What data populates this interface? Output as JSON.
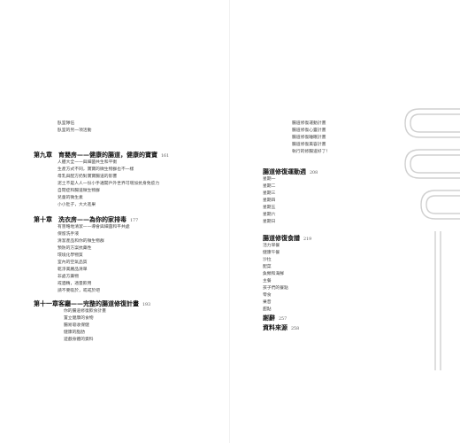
{
  "left_page": {
    "intro_items": [
      "臥室隊伍",
      "臥室的另一項活動"
    ],
    "chapters": [
      {
        "number": "第九章",
        "title": "育嬰房——健康的腸道，健康的寶寶",
        "page": "161",
        "items": [
          "人體大全——與細菌共生和平衡",
          "生產方式不同，寶寶的微生物群也不一樣",
          "母乳與配方奶對寶寶腸道的影響",
          "泥土不是人人一份小手邁開戶外世界可增加抗身免疫力",
          "自閉症和腸道微生物群",
          "兒童的微生素",
          "小小肚子，大大進果"
        ]
      },
      {
        "number": "第十章",
        "title": "洗衣房——為你的家排毒",
        "page": "177",
        "items": [
          "有害略地清潔——導會與細菌和平共處",
          "保留洗手液",
          "清潔產品和你的微生物群",
          "預防的方案抗藥性",
          "環境化學物質",
          "室內的空氣品質",
          "乾淨美麗品清單",
          "非處方藥物",
          "戒酒精，適量飲用",
          "請不要吸於，或戒於吧"
        ]
      },
      {
        "number": "第十一章",
        "title": "客廳——完整的腸道修復計畫",
        "page": "193",
        "items": [
          "你的腸道修復飲食計畫",
          "置立健康的食物",
          "腸易吸收保健",
          "健康的脂肪",
          "遊戲身體的資料"
        ]
      }
    ]
  },
  "right_page": {
    "intro_items": [
      "腸道修復運動計畫",
      "腸道修復心靈計畫",
      "腸道修復睡眠計畫",
      "腸道修復美容計畫",
      "執行的修腸道好了！"
    ],
    "sections": [
      {
        "title": "腸道修復運動週",
        "page": "208",
        "items": [
          "星期一",
          "星期二",
          "星期三",
          "星期四",
          "星期五",
          "星期六",
          "星期日"
        ]
      },
      {
        "title": "腸道修復食譜",
        "page": "219",
        "items": [
          "活力早餐",
          "健康午餐",
          "沙拉",
          "配菜",
          "魚類和海鮮",
          "主餐",
          "孩子們的餐點",
          "零食",
          "果昔",
          "甜點"
        ]
      },
      {
        "title": "謝辭",
        "page": "257",
        "items": []
      },
      {
        "title": "資料來源",
        "page": "258",
        "items": []
      }
    ]
  },
  "decoration": {
    "icon": "decorative-line-ornament",
    "color": "#d0d0d0"
  }
}
